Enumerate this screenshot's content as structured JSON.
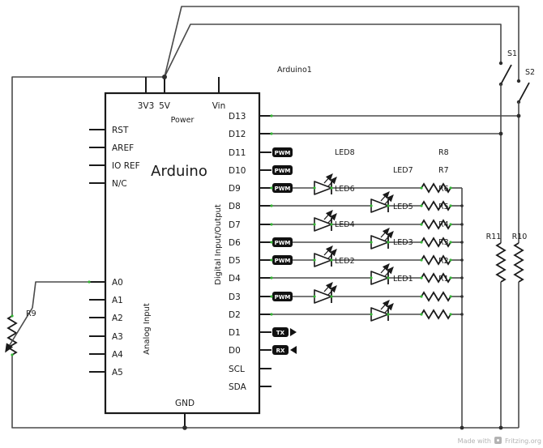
{
  "schematic": {
    "designator": "Arduino1",
    "board_name": "Arduino",
    "power_label": "Power",
    "top_pins": [
      "3V3",
      "5V",
      "Vin"
    ],
    "left_pins": [
      "RST",
      "AREF",
      "IO REF",
      "N/C"
    ],
    "analog_label": "Analog Input",
    "analog_pins": [
      "A0",
      "A1",
      "A2",
      "A3",
      "A4",
      "A5"
    ],
    "digital_label": "Digital Input/Output",
    "right_pins": [
      "D13",
      "D12",
      "D11",
      "D10",
      "D9",
      "D8",
      "D7",
      "D6",
      "D5",
      "D4",
      "D3",
      "D2",
      "D1",
      "D0",
      "SCL",
      "SDA"
    ],
    "gnd_label": "GND",
    "pwm_tag": "PWM",
    "tx_tag": "TX",
    "rx_tag": "RX",
    "led_labels": [
      "LED8",
      "LED7",
      "LED6",
      "LED5",
      "LED4",
      "LED3",
      "LED2",
      "LED1"
    ],
    "resistor_labels": [
      "R8",
      "R7",
      "R6",
      "R5",
      "R4",
      "R3",
      "R2",
      "R1"
    ],
    "potentiometer_label": "R9",
    "pulldown_labels": {
      "left": "R11",
      "right": "R10"
    },
    "switch_labels": {
      "s1": "S1",
      "s2": "S2"
    }
  },
  "footer": {
    "made_with": "Made with",
    "brand": "Fritzing.org"
  },
  "colors": {
    "wire": "#4a4a4a",
    "component": "#1a1a1a",
    "tag_background": "#111111",
    "connection_green": "#35b535",
    "footer_text": "#b3b3b3",
    "background": "#ffffff"
  }
}
